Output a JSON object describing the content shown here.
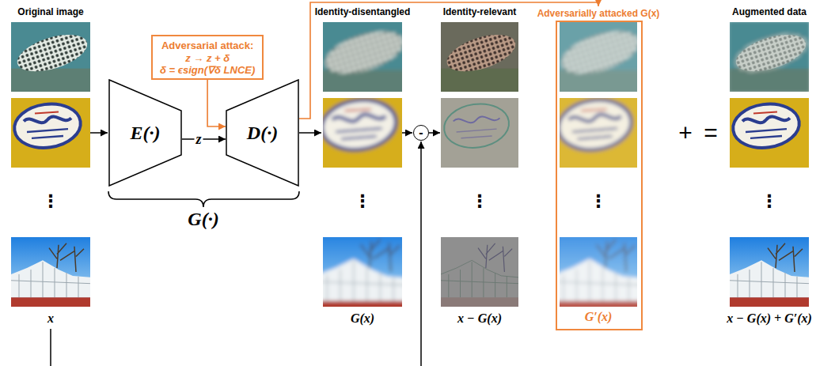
{
  "diagram": {
    "nodes": [
      {
        "text": [
          "E(·)"
        ]
      },
      {
        "text": [
          "D(·)"
        ]
      },
      {
        "text": [
          "Adversarial attack:",
          "z → z + δ",
          "δ = ϵsign(∇δ LNCE)"
        ]
      },
      {
        "text": [
          "-"
        ]
      },
      {
        "text": [
          "Adversarially attacked G(x)",
          "G′(x)"
        ]
      }
    ],
    "edges": [
      {
        "from": 0,
        "to": 1,
        "arrow": "to",
        "label": "z"
      },
      {
        "from": 2,
        "to": 1,
        "arrow": "to"
      },
      {
        "from": 1,
        "to": 4,
        "arrow": "to"
      }
    ],
    "labels": [
      "Original image",
      "Identity-disentangled",
      "Identity-relevant",
      "Augmented data",
      "G(·)",
      "x",
      "G(x)",
      "x − G(x)",
      "x − G(x) + G′(x)",
      "+",
      "=",
      "⋮",
      "⋮",
      "⋮",
      "⋮",
      "⋮"
    ]
  }
}
